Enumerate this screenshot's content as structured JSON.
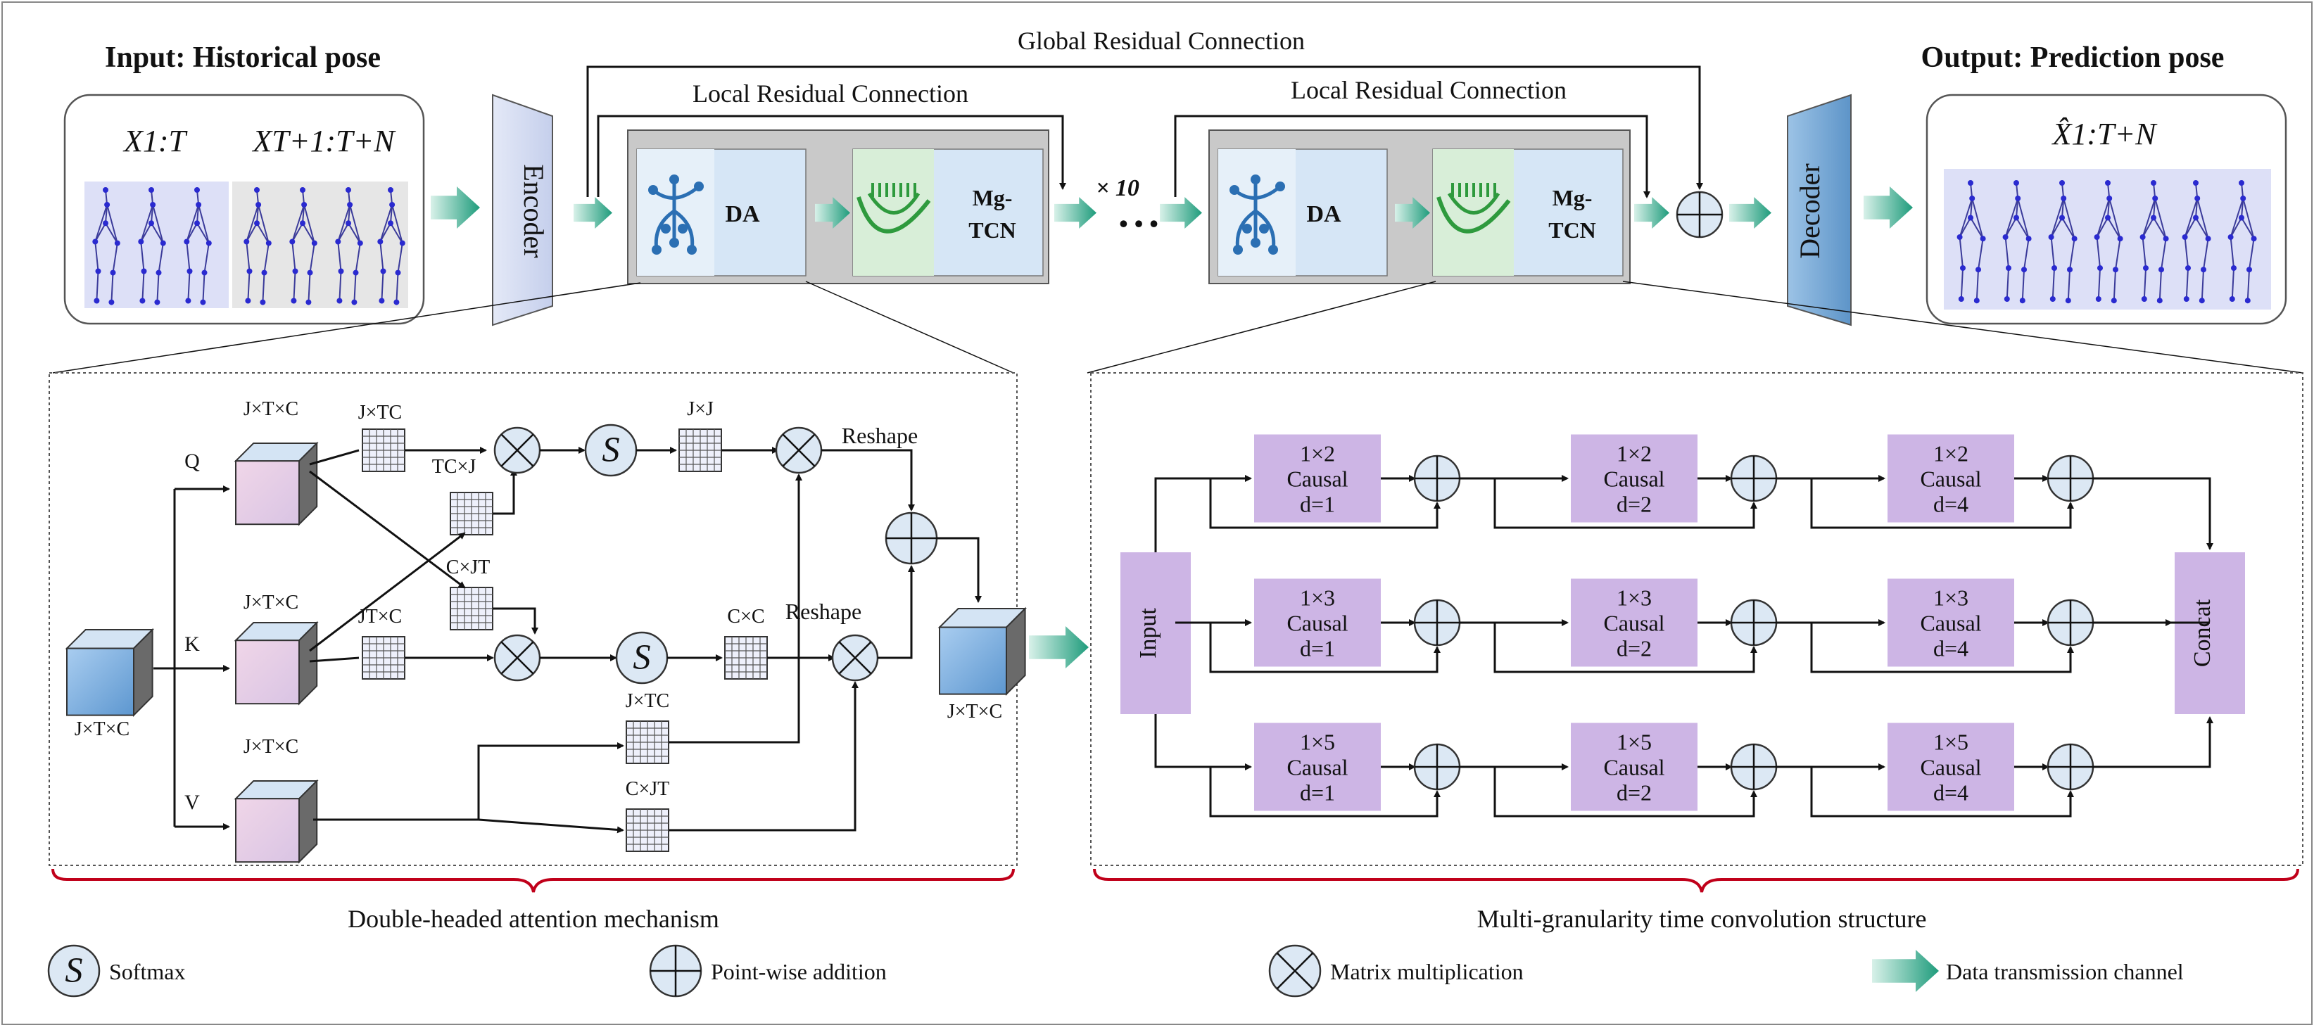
{
  "top": {
    "input_title": "Input: Historical pose",
    "output_title": "Output: Prediction pose",
    "global_residual": "Global Residual Connection",
    "local_residual_1": "Local Residual Connection",
    "local_residual_2": "Local Residual Connection",
    "encoder": "Encoder",
    "decoder": "Decoder",
    "repeat": "× 10",
    "dots": "• • •",
    "x_in_1": "X1:T",
    "x_in_2": "XT+1:T+N",
    "x_out": "X̂1:T+N",
    "block1": {
      "da": "DA",
      "mg1": "Mg-",
      "mg2": "TCN"
    },
    "block2": {
      "da": "DA",
      "mg1": "Mg-",
      "mg2": "TCN"
    }
  },
  "attention": {
    "input_cube": "J×T×C",
    "cube_q": "J×T×C",
    "cube_k": "J×T×C",
    "cube_v": "J×T×C",
    "q": "Q",
    "k": "K",
    "v": "V",
    "m_jtc1": "J×TC",
    "m_tcj": "TC×J",
    "m_cjt1": "C×JT",
    "m_jtc2": "JT×C",
    "m_jj": "J×J",
    "m_cc": "C×C",
    "m_jtc3": "J×TC",
    "m_cjt2": "C×JT",
    "reshape1": "Reshape",
    "reshape2": "Reshape",
    "output_cube": "J×T×C",
    "softmax_glyph": "S",
    "caption": "Double-headed attention mechanism"
  },
  "mgtcn": {
    "input": "Input",
    "concat": "Concat",
    "rows": [
      [
        "1×2|Causal|d=1",
        "1×2|Causal|d=2",
        "1×2|Causal|d=4"
      ],
      [
        "1×3|Causal|d=1",
        "1×3|Causal|d=2",
        "1×3|Causal|d=4"
      ],
      [
        "1×5|Causal|d=1",
        "1×5|Causal|d=2",
        "1×5|Causal|d=4"
      ]
    ],
    "caption": "Multi-granularity time convolution structure"
  },
  "legend": {
    "softmax_glyph": "S",
    "softmax": "Softmax",
    "add": "Point-wise addition",
    "mul": "Matrix multiplication",
    "channel": "Data transmission channel"
  },
  "colors": {
    "red_title": "#b3001b",
    "encoder_fill": "#d5dcf0",
    "decoder_fill": "#7aa9d4",
    "module_bg": "#c9c9c9",
    "cube_blue": "#7bb1e0",
    "cube_pink": "#e8c6e0",
    "purple_box": "#cdb5e5",
    "teal_arrow": "#2fa88a"
  }
}
